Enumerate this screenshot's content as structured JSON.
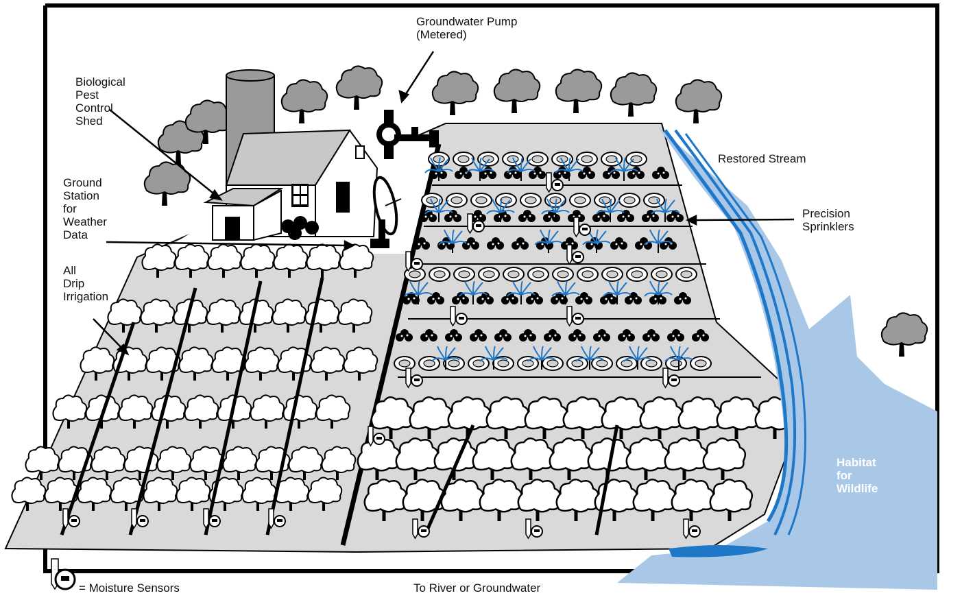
{
  "labels": {
    "groundwater_pump": "Groundwater Pump\n(Metered)",
    "bio_pest": "Biological\nPest\nControl\nShed",
    "ground_station": "Ground\nStation\nfor\nWeather\nData",
    "drip": "All\nDrip\nIrrigation",
    "restored_stream": "Restored Stream",
    "precision_sprinklers": "Precision\nSprinklers",
    "habitat": "Habitat\nfor\nWildlife",
    "moisture_legend": "= Moisture Sensors",
    "to_river": "To River or Groundwater"
  },
  "colors": {
    "field": "#d9d9d9",
    "water_light": "#a9c8e8",
    "water_dark": "#1f77c8",
    "tree_gray": "#9a9a9a",
    "ink": "#000000"
  }
}
